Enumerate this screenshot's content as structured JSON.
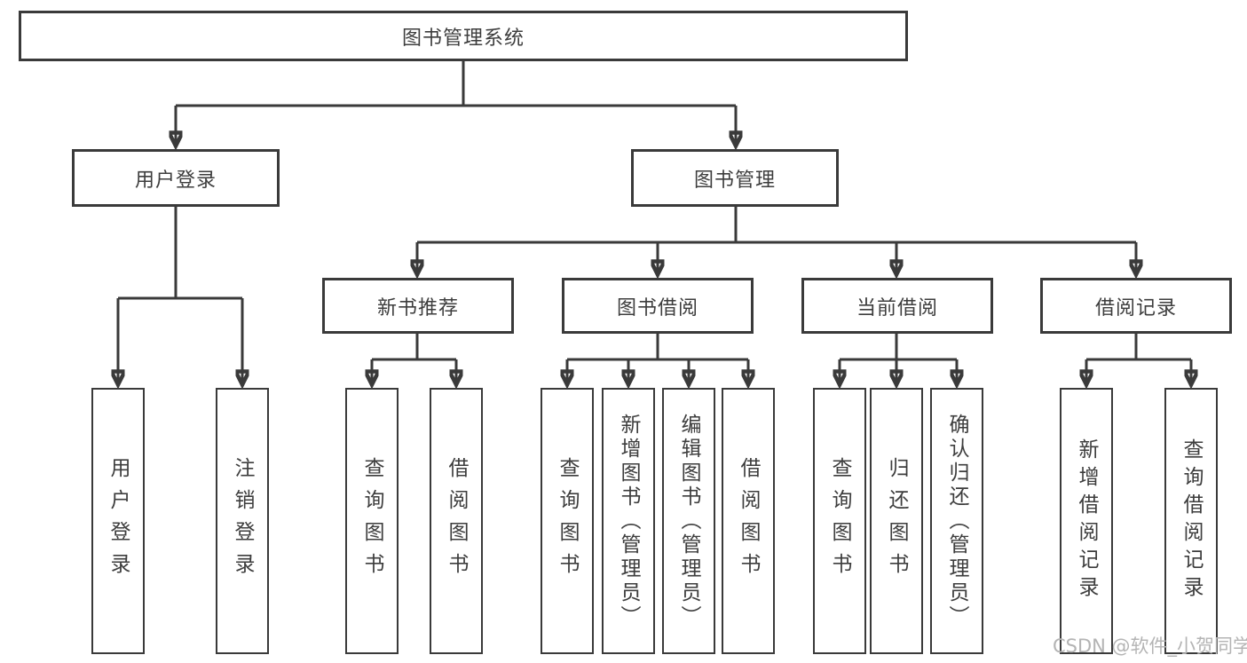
{
  "diagram": {
    "title": "图书管理系统",
    "level2": [
      {
        "label": "用户登录"
      },
      {
        "label": "图书管理"
      }
    ],
    "level3": [
      {
        "label": "新书推荐"
      },
      {
        "label": "图书借阅"
      },
      {
        "label": "当前借阅"
      },
      {
        "label": "借阅记录"
      }
    ],
    "leaves": {
      "user_login": [
        "用户登录",
        "注销登录"
      ],
      "new_book_recommend": [
        "查询图书",
        "借阅图书"
      ],
      "book_borrow": [
        "查询图书",
        "新增图书（管理员）",
        "编辑图书（管理员）",
        "借阅图书"
      ],
      "current_borrow": [
        "查询图书",
        "归还图书",
        "确认归还（管理员）"
      ],
      "borrow_records": [
        "新增借阅记录",
        "查询借阅记录"
      ]
    },
    "colors": {
      "line": "#3a3a3a",
      "text": "#3d3d3d",
      "watermark": "#b4b4b4",
      "background": "#ffffff"
    }
  },
  "watermark": {
    "text": "CSDN @软件_小贺同学"
  }
}
